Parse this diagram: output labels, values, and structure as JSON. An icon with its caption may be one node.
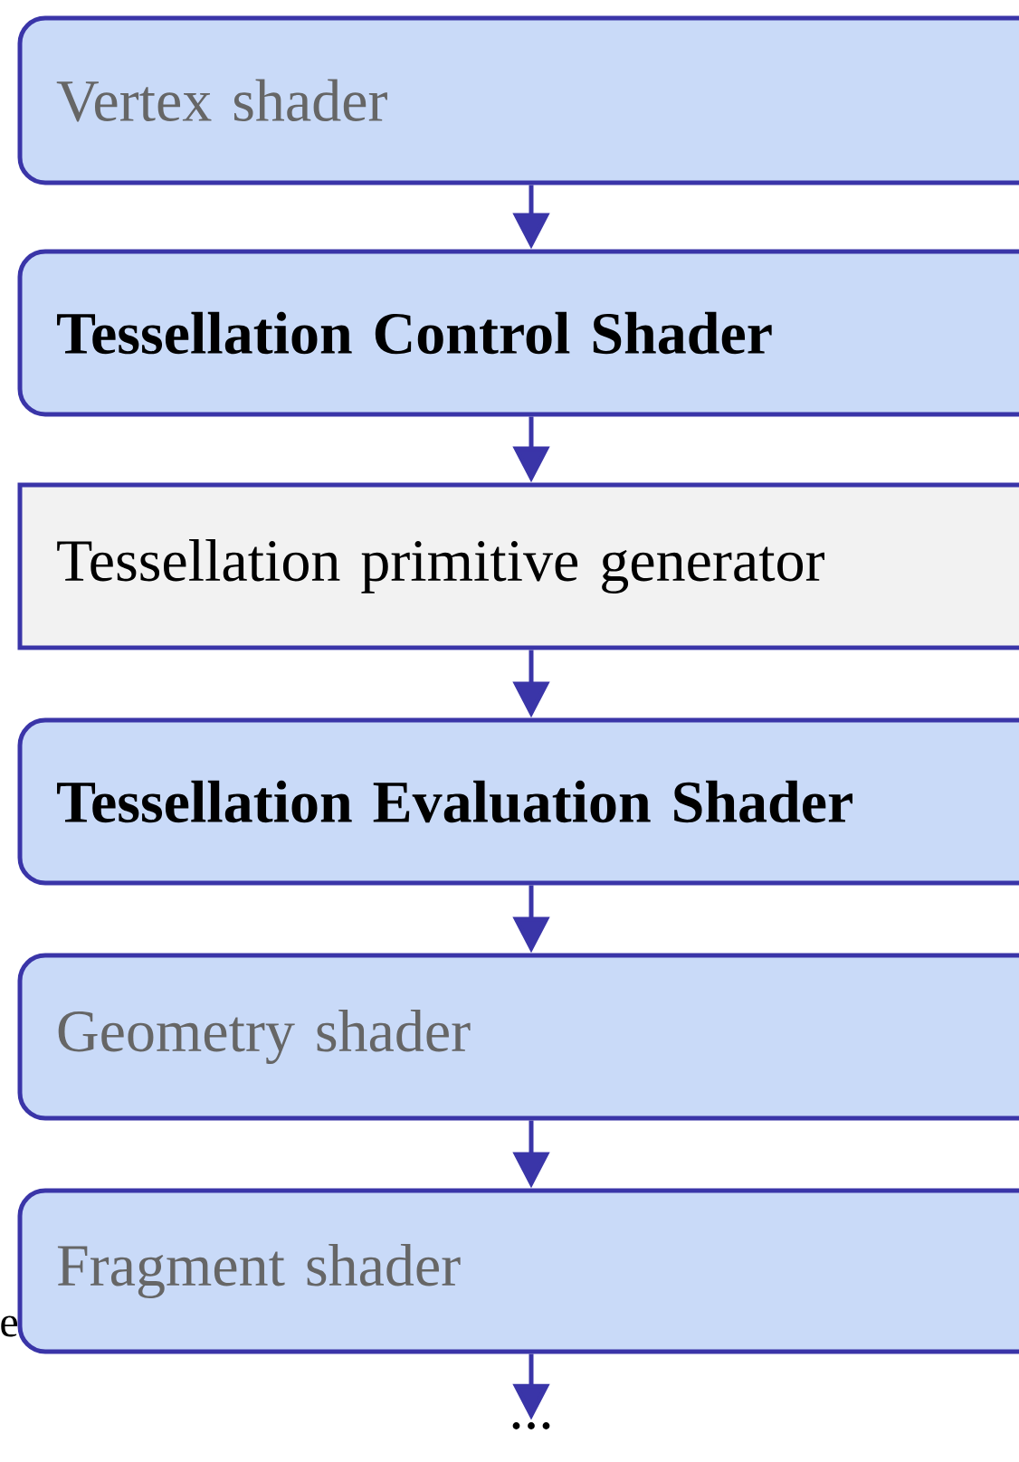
{
  "diagram": {
    "nodes": [
      {
        "text": [
          "Vertex shader"
        ]
      },
      {
        "text": [
          "Tessellation Control Shader"
        ]
      },
      {
        "text": [
          "Tessellation primitive generator"
        ]
      },
      {
        "text": [
          "Tessellation Evaluation Shader"
        ]
      },
      {
        "text": [
          "Geometry shader"
        ]
      },
      {
        "text": [
          "Fragment shader"
        ]
      },
      {
        "text": [
          "..."
        ]
      }
    ],
    "edges": [
      {
        "from": 0,
        "to": 1,
        "arrow": "to"
      },
      {
        "from": 1,
        "to": 2,
        "arrow": "to"
      },
      {
        "from": 2,
        "to": 3,
        "arrow": "to"
      },
      {
        "from": 3,
        "to": 4,
        "arrow": "to"
      },
      {
        "from": 4,
        "to": 5,
        "arrow": "to"
      },
      {
        "from": 5,
        "to": 6,
        "arrow": "to"
      }
    ],
    "labels": [
      "e"
    ]
  }
}
